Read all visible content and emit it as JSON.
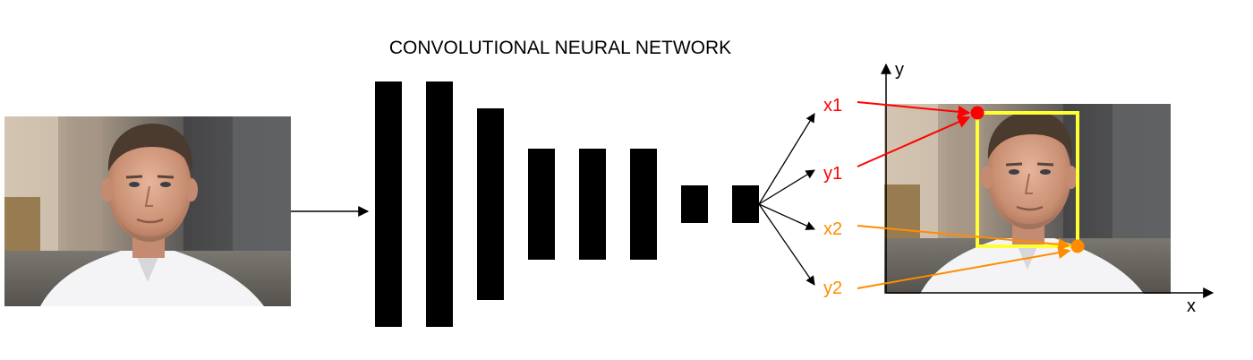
{
  "title": "CONVOLUTIONAL NEURAL NETWORK",
  "outputs": {
    "x1": "x1",
    "y1": "y1",
    "x2": "x2",
    "y2": "y2"
  },
  "axes": {
    "x_label": "x",
    "y_label": "y"
  },
  "colors": {
    "point1": "#ff0000",
    "point2": "#ff8c00",
    "bounding_box": "#ffff33",
    "layers": "#000000"
  },
  "images": {
    "input": "portrait-photo-man-street",
    "output": "portrait-photo-man-street-with-bounding-box"
  }
}
